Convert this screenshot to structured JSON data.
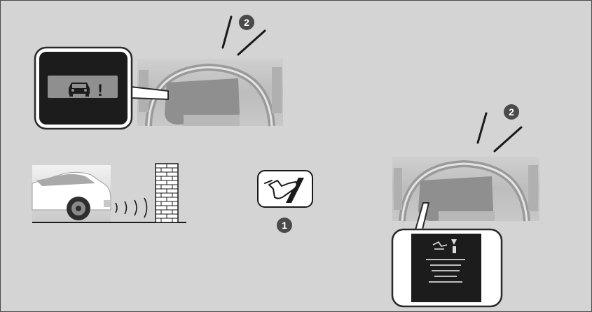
{
  "callouts": [
    {
      "id": "1",
      "label": "1"
    },
    {
      "id": "2a",
      "label": "2"
    },
    {
      "id": "2b",
      "label": "2"
    }
  ],
  "icons": {
    "dash_warning": "car-with-exclamation-icon",
    "brake_pedal": "foot-on-brake-pedal-icon",
    "multi_info_display": "collision-warning-message-icon"
  },
  "dash_warning_glyph": "!",
  "colors": {
    "background": "#d4d4d4",
    "border": "#4a4a4a",
    "callout_fill": "#4a4a4a",
    "callout_text": "#ffffff",
    "dark_display": "#1c1c1c",
    "lcd_panel": "#8f8f8f"
  }
}
